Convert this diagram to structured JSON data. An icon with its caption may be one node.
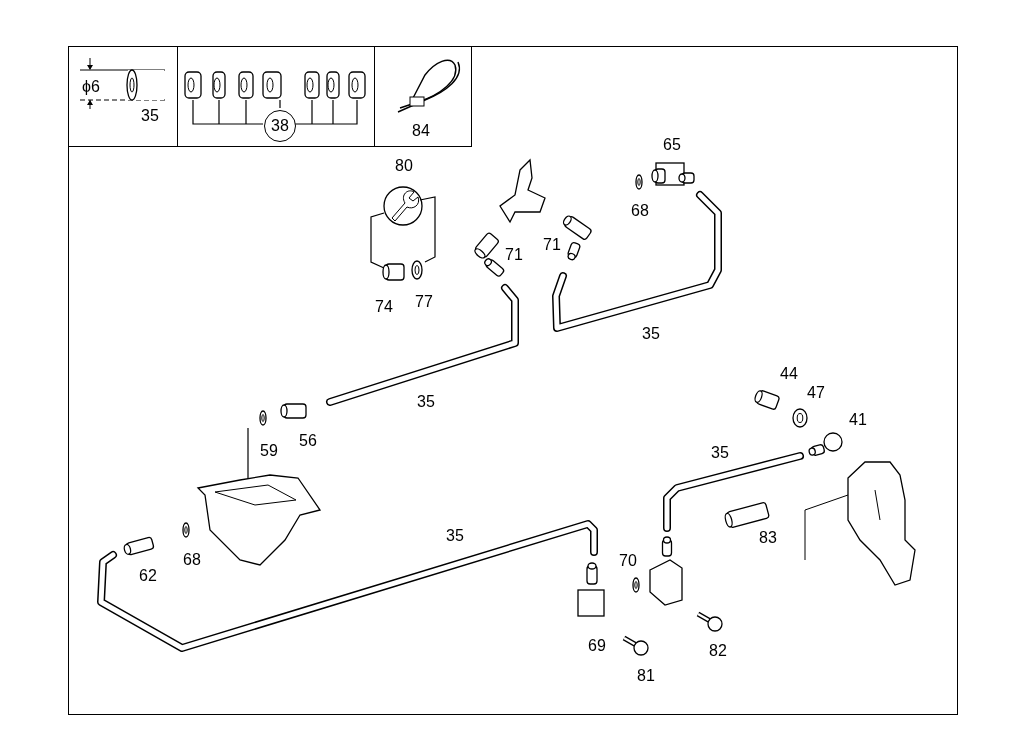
{
  "diagram": {
    "nodes": [
      {
        "text": [
          "ϕ6",
          "35"
        ]
      },
      {
        "text": [],
        "shape": "box"
      },
      {
        "text": [
          "38"
        ],
        "in": 1
      },
      {
        "text": [
          "84"
        ]
      }
    ],
    "labels": [
      "80",
      "65",
      "68",
      "71",
      "71",
      "74",
      "77",
      "35",
      "35",
      "59",
      "56",
      "44",
      "47",
      "41",
      "35",
      "83",
      "35",
      "62",
      "68",
      "70",
      "69",
      "82",
      "81"
    ]
  }
}
